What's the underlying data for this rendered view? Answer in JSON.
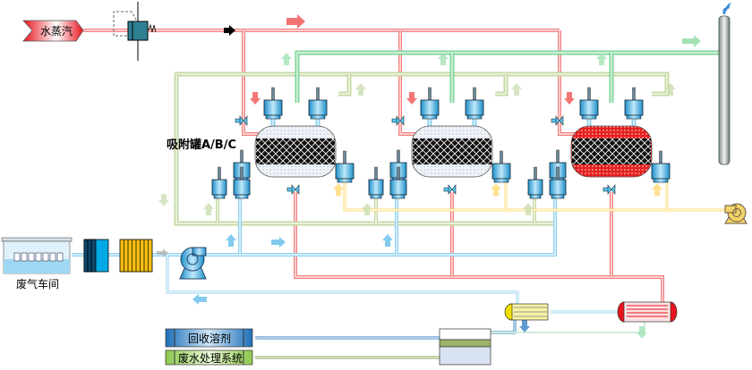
{
  "labels": {
    "steam": "水蒸汽",
    "adsorber": "吸附罐A/B/C",
    "workshop": "废气车间",
    "recovered_solvent": "回收溶剂",
    "wastewater": "废水处理系统"
  },
  "tanks": [
    {
      "id": "A",
      "state": "adsorbing"
    },
    {
      "id": "B",
      "state": "adsorbing"
    },
    {
      "id": "C",
      "state": "desorbing",
      "active_color": "#e52020"
    }
  ],
  "colors": {
    "steam_pipe": "#f57f7f",
    "exhaust_pipe": "#7fd49a",
    "air_pipe": "#c4d9a0",
    "gas_pipe": "#8fd0f0",
    "return_pipe": "#ffd76a",
    "solvent": "#2a78c0",
    "wastewater": "#8cc84b"
  }
}
